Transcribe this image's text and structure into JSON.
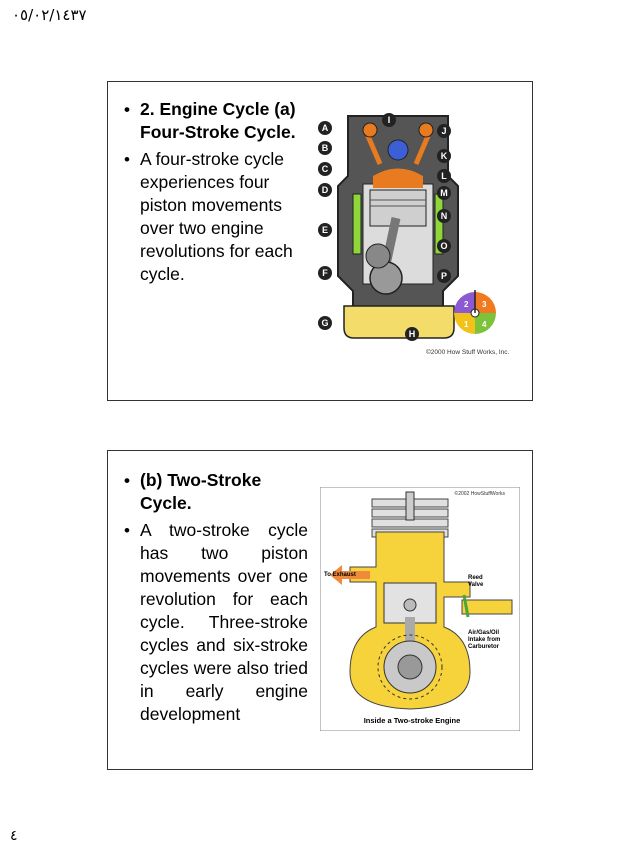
{
  "header": {
    "date": "٠٥/٠٢/١٤٣٧"
  },
  "footer": {
    "page_number": "٤"
  },
  "slide1": {
    "bullets": [
      "2. Engine Cycle (a) Four-Stroke Cycle.",
      "A four-stroke cycle experiences four piston movements over two engine revolutions for each cycle."
    ],
    "figure": {
      "labels": [
        "A",
        "B",
        "C",
        "D",
        "E",
        "F",
        "G",
        "H",
        "I",
        "J",
        "K",
        "L",
        "M",
        "N",
        "O",
        "P"
      ],
      "stroke_numbers": [
        "1",
        "2",
        "3",
        "4"
      ],
      "credit": "©2000 How Stuff Works, Inc."
    }
  },
  "slide2": {
    "bullets": [
      "(b) Two-Stroke Cycle.",
      "A two-stroke cycle has two piston movements over one revolution for each cycle. Three-stroke cycles and six-stroke cycles were also tried in early engine development"
    ],
    "figure": {
      "credit": "©2002 HowStuffWorks",
      "exhaust_label": "To Exhaust",
      "reed_label_1": "Reed",
      "reed_label_2": "Valve",
      "intake_label_1": "Air/Gas/Oil",
      "intake_label_2": "Intake from",
      "intake_label_3": "Carburetor",
      "caption": "Inside a Two-stroke Engine"
    }
  }
}
